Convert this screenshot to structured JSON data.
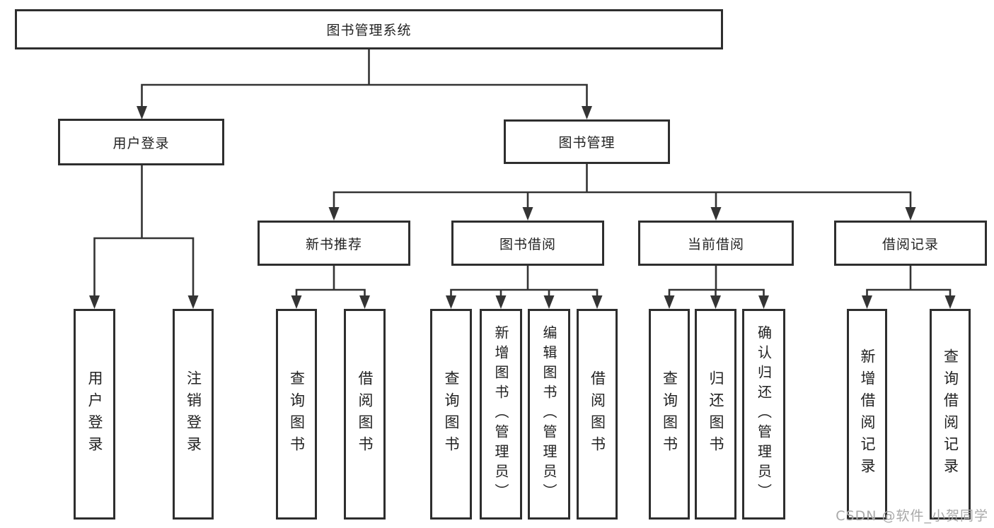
{
  "diagram": {
    "title": "图书管理系统",
    "type": "functional-structure-tree",
    "root": {
      "label": "图书管理系统"
    },
    "branches": [
      {
        "label": "用户登录",
        "children": [
          {
            "label": "用户登录"
          },
          {
            "label": "注销登录"
          }
        ]
      },
      {
        "label": "图书管理",
        "children": [
          {
            "label": "新书推荐",
            "children": [
              {
                "label": "查询图书"
              },
              {
                "label": "借阅图书"
              }
            ]
          },
          {
            "label": "图书借阅",
            "children": [
              {
                "label": "查询图书"
              },
              {
                "label": "新增图书（管理员）"
              },
              {
                "label": "编辑图书（管理员）"
              },
              {
                "label": "借阅图书"
              }
            ]
          },
          {
            "label": "当前借阅",
            "children": [
              {
                "label": "查询图书"
              },
              {
                "label": "归还图书"
              },
              {
                "label": "确认归还（管理员）"
              }
            ]
          },
          {
            "label": "借阅记录",
            "children": [
              {
                "label": "新增借阅记录"
              },
              {
                "label": "查询借阅记录"
              }
            ]
          }
        ]
      }
    ]
  },
  "watermark": "CSDN @软件_小贺同学",
  "colors": {
    "line": "#343434",
    "box_border": "#2e2e2e",
    "text": "#222222",
    "watermark": "#a9a9a9",
    "background": "#ffffff"
  }
}
